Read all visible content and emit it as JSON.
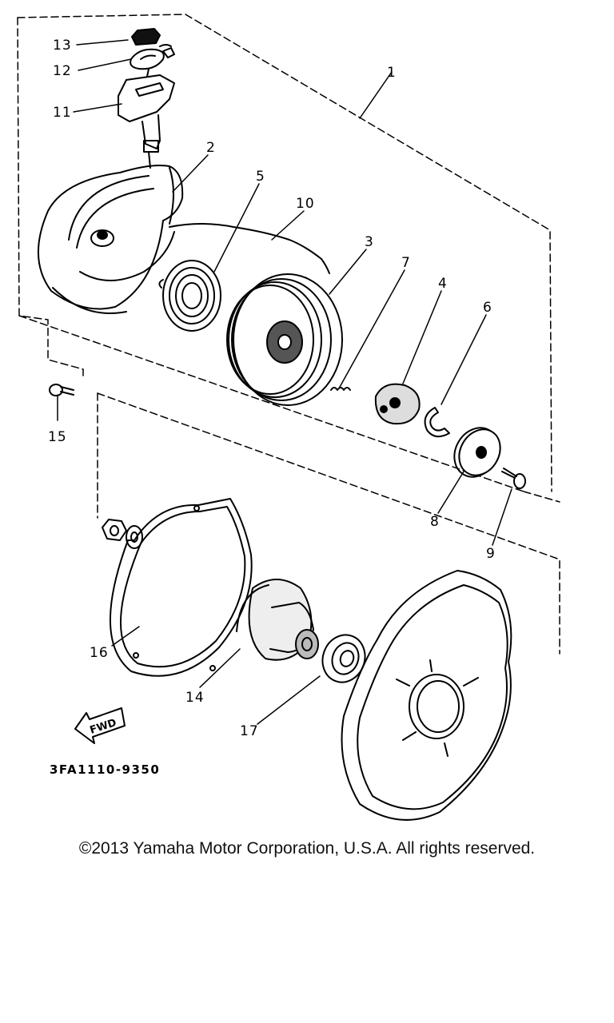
{
  "diagram": {
    "drawing_code": "3FA1110-9350",
    "direction_badge": "FWD",
    "callouts": [
      "1",
      "2",
      "3",
      "4",
      "5",
      "6",
      "7",
      "8",
      "9",
      "10",
      "11",
      "12",
      "13",
      "14",
      "15",
      "16",
      "17"
    ]
  },
  "footer": {
    "copyright": "©2013 Yamaha Motor Corporation, U.S.A. All rights reserved."
  }
}
